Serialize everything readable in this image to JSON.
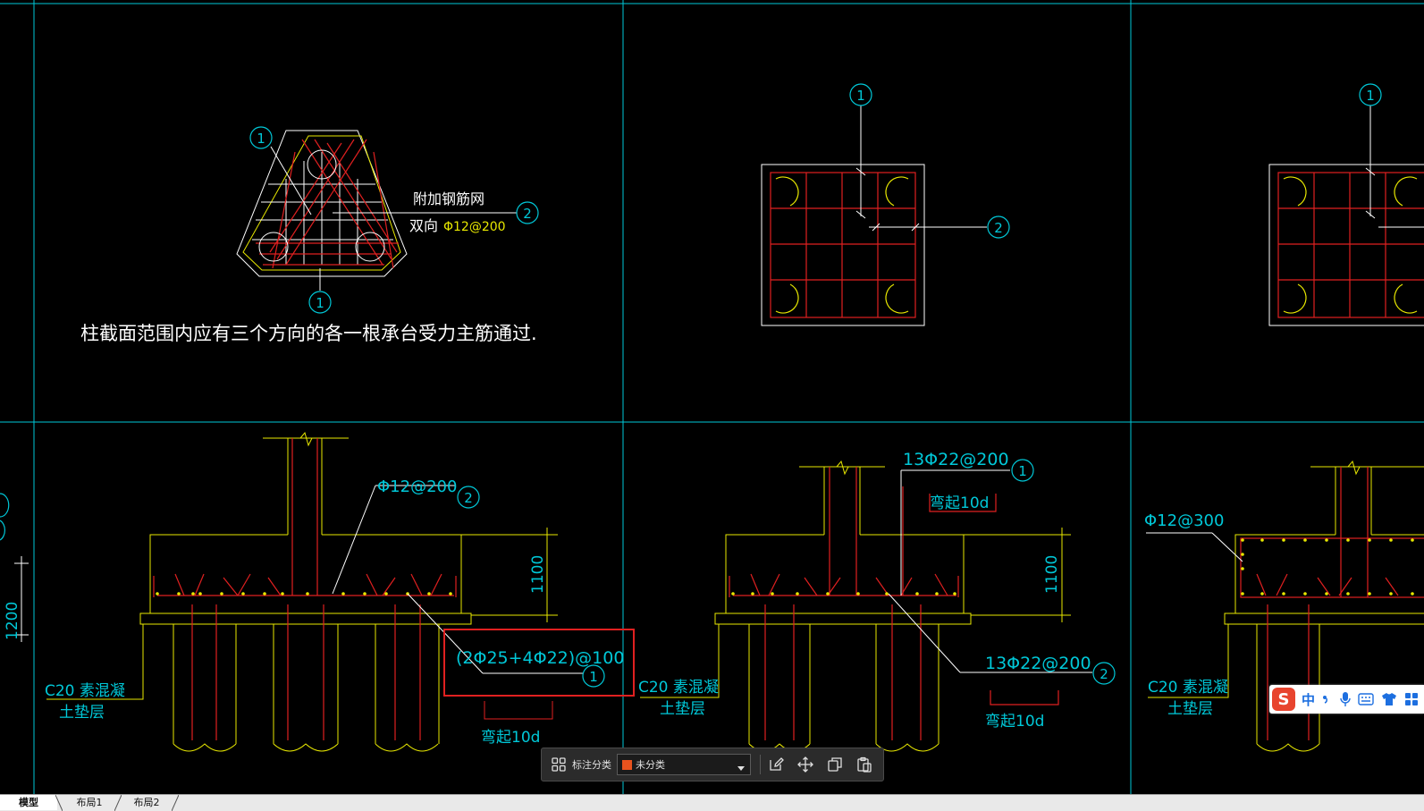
{
  "drawing": {
    "section_a": {
      "label_extra_mesh": "附加钢筋网",
      "label_two_way": "双向",
      "label_mesh_spec": "Φ12@200",
      "note": "柱截面范围内应有三个方向的各一根承台受力主筋通过."
    },
    "section_d": {
      "label_stirrup": "Φ12@200",
      "label_main_bar": "(2Φ25+4Φ22)@100",
      "label_bend": "弯起10d",
      "label_bedding_1": "C20 素混凝",
      "label_bedding_2": "土垫层",
      "dim_height": "1100",
      "dim_left": "1200"
    },
    "section_e": {
      "label_top_bar": "13Φ22@200",
      "label_bottom_bar": "13Φ22@200",
      "label_bend_top": "弯起10d",
      "label_bend_bottom": "弯起10d",
      "label_bedding_1": "C20 素混凝",
      "label_bedding_2": "土垫层",
      "dim_height": "1100"
    },
    "section_f": {
      "label_stirrup": "Φ12@300",
      "label_bedding_1": "C20 素混凝",
      "label_bedding_2": "土垫层"
    },
    "callout_1": "1",
    "callout_2": "2"
  },
  "toolbar": {
    "label": "标注分类",
    "selected_category": "未分类",
    "swatch_color": "#e8531e"
  },
  "tabs": [
    {
      "label": "模型",
      "active": true
    },
    {
      "label": "布局1",
      "active": false
    },
    {
      "label": "布局2",
      "active": false
    }
  ],
  "ime": {
    "mode_label": "中"
  },
  "colors": {
    "background": "#000000",
    "frame": "#00c8d8",
    "outline": "#e8e800",
    "rebar": "#e02020",
    "text_white": "#ffffff",
    "highlight": "#e02020"
  }
}
